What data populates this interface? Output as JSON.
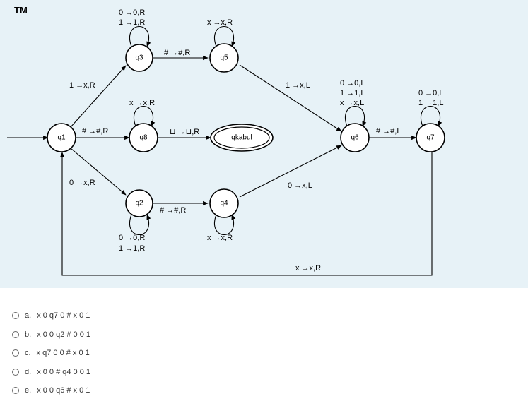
{
  "title": "TM",
  "states": [
    {
      "id": "q1",
      "label": "q1"
    },
    {
      "id": "q2",
      "label": "q2"
    },
    {
      "id": "q3",
      "label": "q3"
    },
    {
      "id": "q4",
      "label": "q4"
    },
    {
      "id": "q5",
      "label": "q5"
    },
    {
      "id": "q6",
      "label": "q6"
    },
    {
      "id": "q7",
      "label": "q7"
    },
    {
      "id": "q8",
      "label": "q8"
    },
    {
      "id": "qkabul",
      "label": "qkabul"
    }
  ],
  "transitions": {
    "q3_loop": [
      "0 →0,R",
      "1 →1,R"
    ],
    "q5_loop": [
      "x →x,R"
    ],
    "q8_loop": [
      "x →x,R"
    ],
    "q6_loop": [
      "0 →0,L",
      "1 →1,L",
      "x →x,L"
    ],
    "q7_loop": [
      "0 →0,L",
      "1 →1,L"
    ],
    "q2_loop": [
      "0 →0,R",
      "1 →1,R"
    ],
    "q4_loop": [
      "x →x,R"
    ],
    "q1_q3": "1 →x,R",
    "q3_q5": "# →#,R",
    "q5_q6": "1 →x,L",
    "q1_q8": "# →#,R",
    "q8_qkabul": "⊔ →⊔,R",
    "q1_q2": "0 →x,R",
    "q2_q4": "# →#,R",
    "q4_q6": "0 →x,L",
    "q6_q7": "# →#,L",
    "q7_q1": "x →x,R"
  },
  "options": [
    {
      "letter": "a.",
      "text": "x 0 q7 0 # x 0 1"
    },
    {
      "letter": "b.",
      "text": "x 0 0 q2 # 0 0 1"
    },
    {
      "letter": "c.",
      "text": "x q7 0 0 # x 0 1"
    },
    {
      "letter": "d.",
      "text": "x 0 0 # q4 0 0 1"
    },
    {
      "letter": "e.",
      "text": "x 0 0 q6 # x 0 1"
    }
  ]
}
